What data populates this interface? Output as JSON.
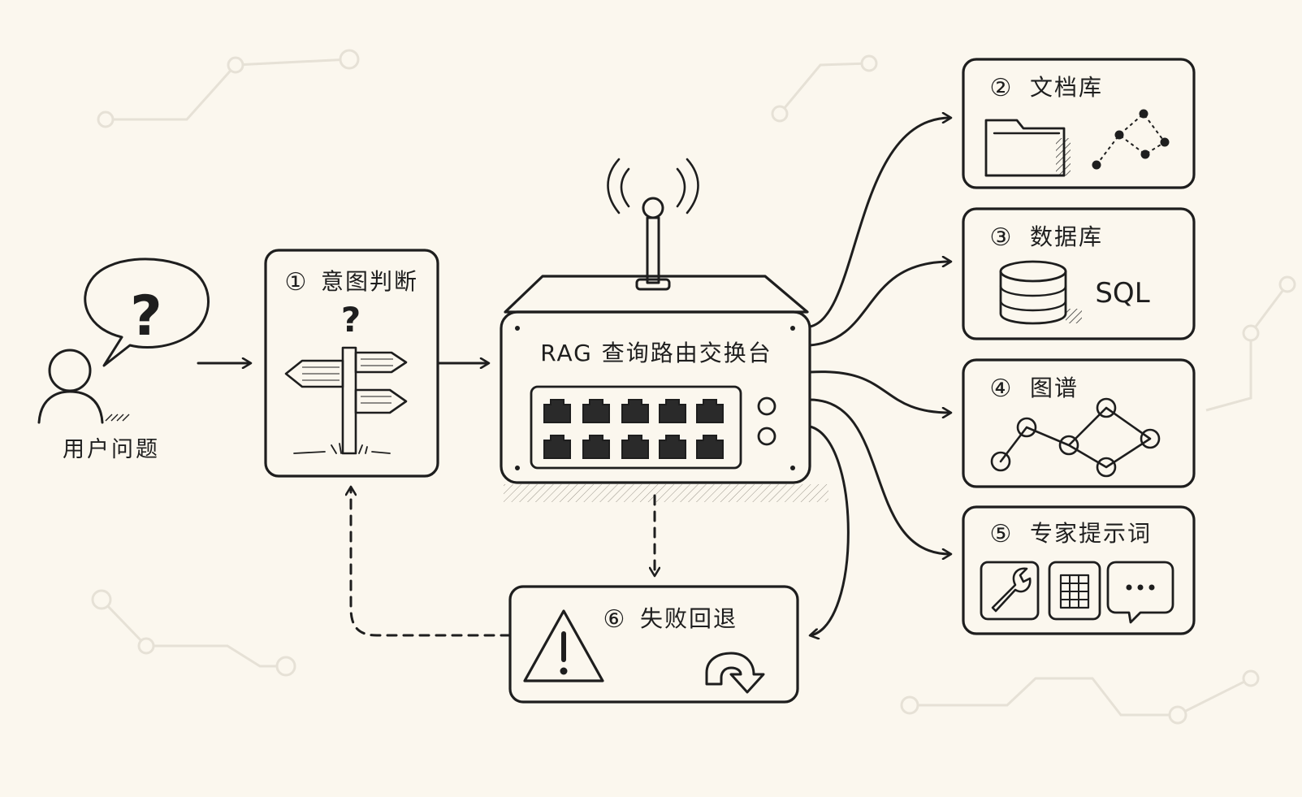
{
  "user": {
    "label": "用户问题"
  },
  "intent": {
    "number": "①",
    "label": "意图判断"
  },
  "router": {
    "title": "RAG 查询路由交换台"
  },
  "destinations": [
    {
      "number": "②",
      "label": "文档库"
    },
    {
      "number": "③",
      "label": "数据库",
      "badge": "SQL"
    },
    {
      "number": "④",
      "label": "图谱"
    },
    {
      "number": "⑤",
      "label": "专家提示词"
    }
  ],
  "fallback": {
    "number": "⑥",
    "label": "失败回退"
  },
  "colors": {
    "ink": "#1e1e1e",
    "background": "#fbf7ee",
    "highlight_fill": "#faebc2",
    "box_fill": "#fdfbf6"
  }
}
